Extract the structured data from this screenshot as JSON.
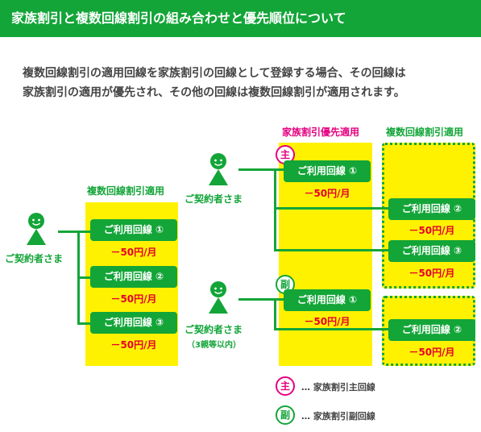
{
  "header": {
    "title": "家族割引と複数回線割引の組み合わせと優先順位について"
  },
  "intro": {
    "line1": "複数回線割引の適用回線を家族割引の回線として登録する場合、その回線は",
    "line2": "家族割引の適用が優先され、その他の回線は複数回線割引が適用されます。"
  },
  "left": {
    "person_label": "ご契約者さま",
    "box_title": "複数回線割引適用",
    "lines": [
      {
        "label": "ご利用回線 ①",
        "price": "－50円/月"
      },
      {
        "label": "ご利用回線 ②",
        "price": "－50円/月"
      },
      {
        "label": "ご利用回線 ③",
        "price": "－50円/月"
      }
    ]
  },
  "right": {
    "col_family_title": "家族割引優先適用",
    "col_multi_title": "複数回線割引適用",
    "top_person_label": "ご契約者さま",
    "bottom_person_label": "ご契約者さま",
    "bottom_person_note": "（3親等以内）",
    "top_badge": "主",
    "bottom_badge": "副",
    "top_family_line": {
      "label": "ご利用回線 ①",
      "price": "－50円/月"
    },
    "top_multi_lines": [
      {
        "label": "ご利用回線 ②",
        "price": "－50円/月"
      },
      {
        "label": "ご利用回線 ③",
        "price": "－50円/月"
      }
    ],
    "bottom_family_line": {
      "label": "ご利用回線 ①",
      "price": "－50円/月"
    },
    "bottom_multi_line": {
      "label": "ご利用回線 ②",
      "price": "－50円/月"
    }
  },
  "legend": {
    "main_badge": "主",
    "main_text": "… 家族割引主回線",
    "sub_badge": "副",
    "sub_text": "… 家族割引副回線"
  },
  "colors": {
    "green": "#13a538",
    "yellow": "#fff200",
    "red": "#e6002d",
    "pink": "#e4007f"
  },
  "icons": {
    "person": "person-icon"
  }
}
